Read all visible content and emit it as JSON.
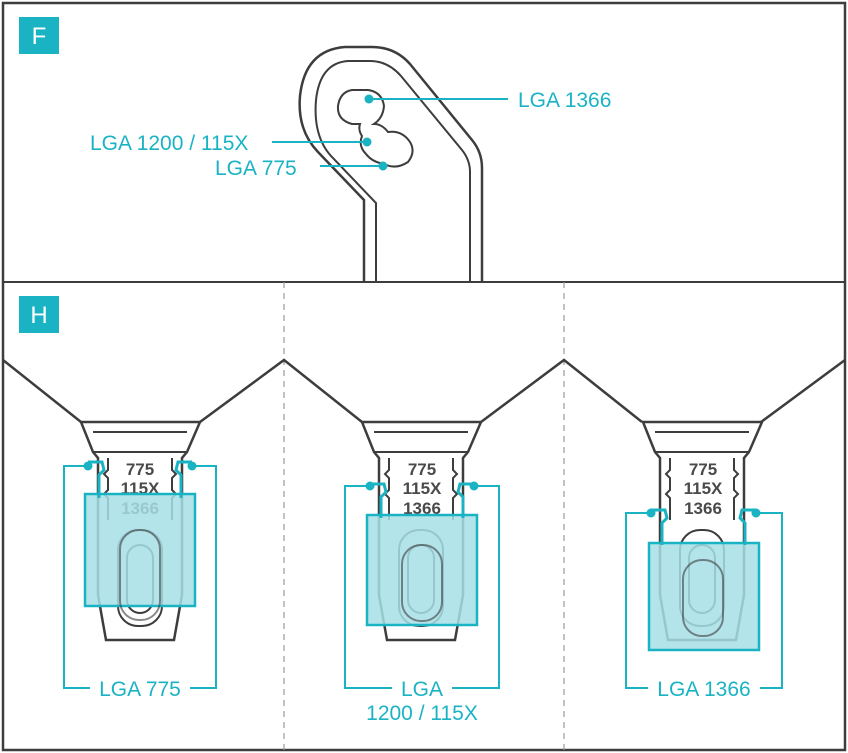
{
  "colors": {
    "accent": "#1ab3c4",
    "accent_fill": "#a6dfe6",
    "line": "#3d3d3d"
  },
  "panel_f": {
    "badge": "F",
    "labels": {
      "lga1366": "LGA 1366",
      "lga1200": "LGA 1200 / 115X",
      "lga775": "LGA 775"
    }
  },
  "panel_h": {
    "badge": "H",
    "stamp": {
      "line1": "775",
      "line2": "115X",
      "line3": "1366"
    },
    "caption_775": "LGA 775",
    "caption_1200_a": "LGA",
    "caption_1200_b": "1200 / 115X",
    "caption_1366": "LGA 1366"
  }
}
